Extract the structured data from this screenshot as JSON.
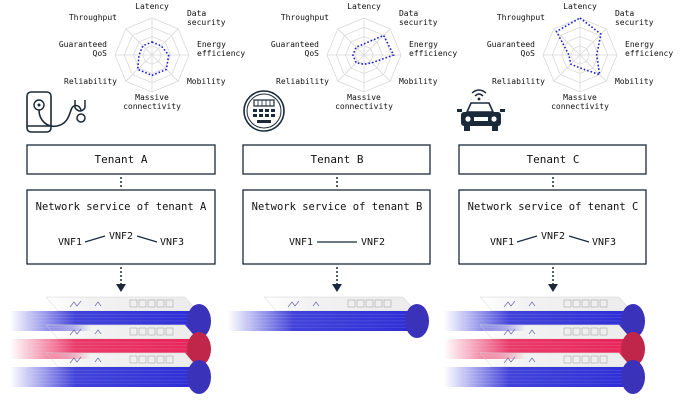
{
  "axis_labels": [
    "Latency",
    "Data security",
    "Energy efficiency",
    "Mobility",
    "Massive connectivity",
    "Reliability",
    "Guaranteed QoS",
    "Throughput"
  ],
  "tenants": [
    {
      "id": "a",
      "tenant_label": "Tenant A",
      "service_label": "Network service of tenant A",
      "vnfs": [
        "VNF1",
        "VNF2",
        "VNF3"
      ],
      "device_icon": "wearable-health-monitor-icon",
      "radar": [
        0.35,
        0.35,
        0.45,
        0.55,
        0.55,
        0.55,
        0.35,
        0.35
      ],
      "slices": [
        "blue",
        "red",
        "blue"
      ]
    },
    {
      "id": "b",
      "tenant_label": "Tenant B",
      "service_label": "Network service of tenant B",
      "vnfs": [
        "VNF1",
        "VNF2"
      ],
      "device_icon": "smart-meter-icon",
      "radar": [
        0.3,
        0.75,
        0.8,
        0.3,
        0.25,
        0.3,
        0.3,
        0.3
      ],
      "slices": [
        "blue"
      ]
    },
    {
      "id": "c",
      "tenant_label": "Tenant C",
      "service_label": "Network service of tenant C",
      "vnfs": [
        "VNF1",
        "VNF2",
        "VNF3"
      ],
      "device_icon": "connected-car-icon",
      "radar": [
        1.0,
        0.8,
        0.45,
        0.75,
        0.35,
        0.35,
        0.3,
        0.9
      ],
      "slices": [
        "blue",
        "red",
        "blue"
      ]
    }
  ],
  "colors": {
    "radar_line": "#1f1fcf",
    "box_stroke": "#1b2a3a",
    "slice_blue": "#2d2dd6",
    "slice_blue_end": "#3a32b8",
    "slice_red": "#e8255a",
    "slice_red_end": "#c0264a",
    "grid": "#d9d9d9"
  }
}
